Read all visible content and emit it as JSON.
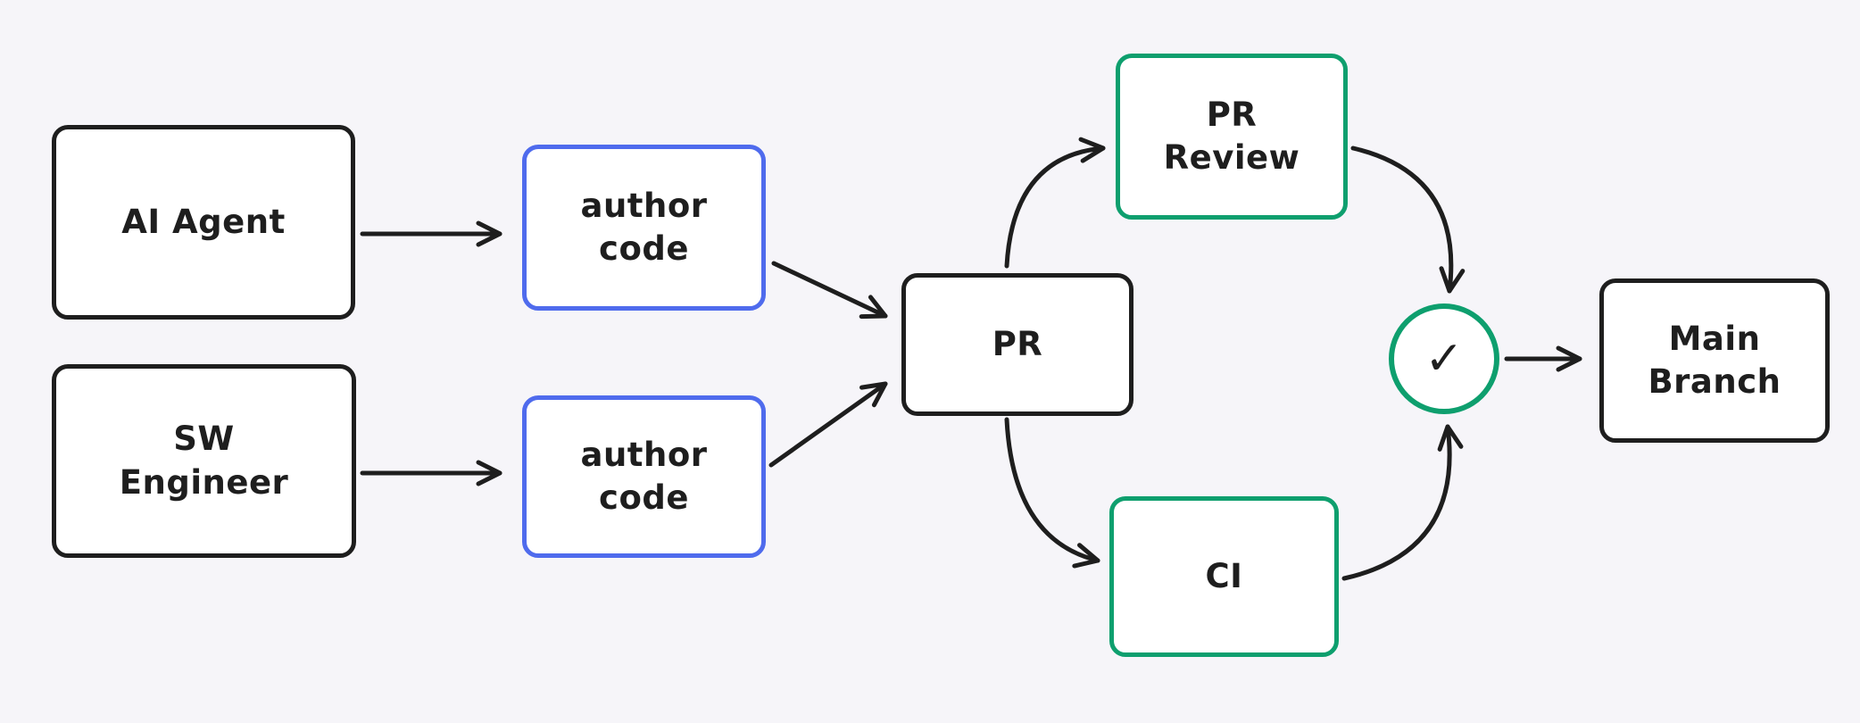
{
  "colors": {
    "bg": "#f6f5f9",
    "ink": "#1e1e1e",
    "blue": "#4f6bed",
    "green": "#0e9f6e",
    "fill": "#ffffff"
  },
  "nodes": {
    "ai_agent": {
      "label": "AI Agent"
    },
    "sw_engineer": {
      "label": "SW\nEngineer"
    },
    "author_top": {
      "label": "author\ncode"
    },
    "author_bottom": {
      "label": "author\ncode"
    },
    "pr": {
      "label": "PR"
    },
    "pr_review": {
      "label": "PR\nReview"
    },
    "ci": {
      "label": "CI"
    },
    "check": {
      "label": "✓"
    },
    "main_branch": {
      "label": "Main\nBranch"
    }
  },
  "edges": [
    {
      "from": "ai-agent",
      "to": "author-code-top"
    },
    {
      "from": "sw-engineer",
      "to": "author-code-bottom"
    },
    {
      "from": "author-code-top",
      "to": "pr"
    },
    {
      "from": "author-code-bottom",
      "to": "pr"
    },
    {
      "from": "pr",
      "to": "pr-review"
    },
    {
      "from": "pr",
      "to": "ci"
    },
    {
      "from": "pr-review",
      "to": "check"
    },
    {
      "from": "ci",
      "to": "check"
    },
    {
      "from": "check",
      "to": "main-branch"
    }
  ]
}
